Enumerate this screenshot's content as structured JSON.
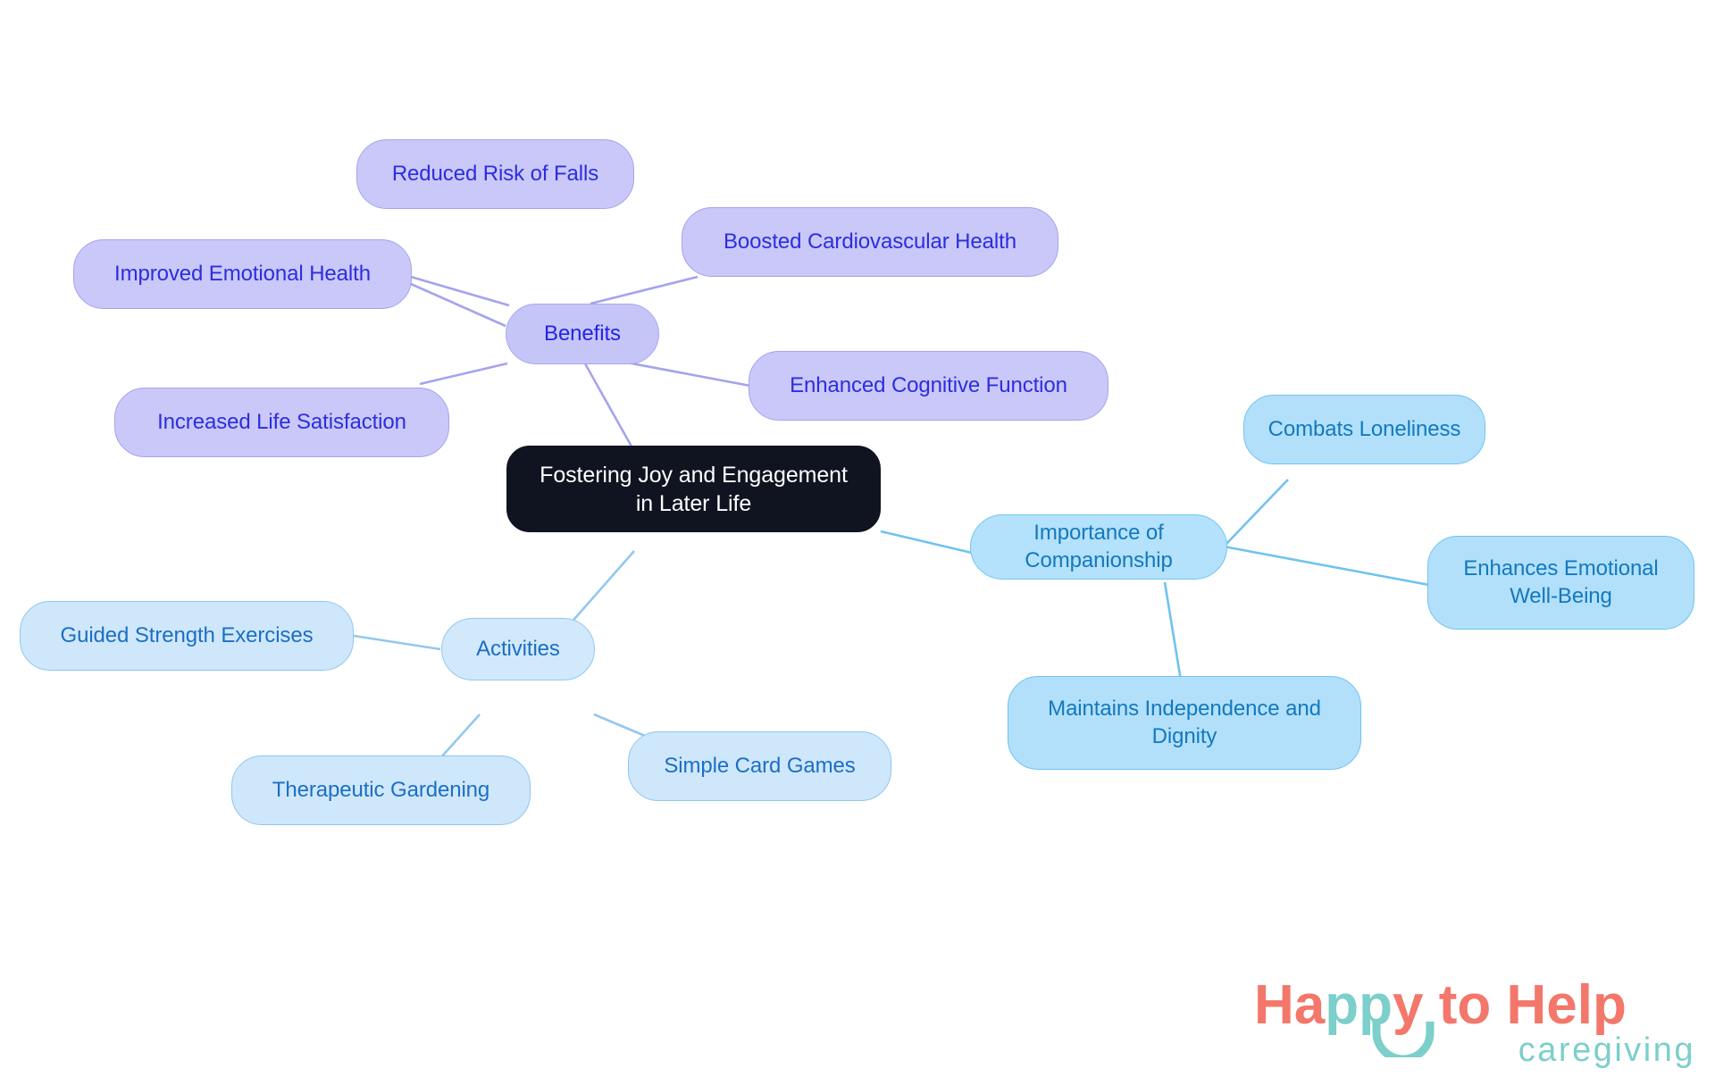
{
  "diagram": {
    "type": "mind-map",
    "title": "Fostering Joy and Engagement in Later Life",
    "root": {
      "id": "root",
      "label": "Fostering Joy and Engagement\nin Later Life",
      "color_fill": "#0f1420",
      "color_text": "#ffffff"
    },
    "branches": [
      {
        "id": "benefits",
        "label": "Benefits",
        "color_fill": "#c6c5f7",
        "color_border": "#a9a7ef",
        "color_text": "#2323e8",
        "children": [
          {
            "id": "reduced-risk-of-falls",
            "label": "Reduced Risk of Falls"
          },
          {
            "id": "improved-emotional-health",
            "label": "Improved Emotional Health"
          },
          {
            "id": "increased-life-satisfaction",
            "label": "Increased Life Satisfaction"
          },
          {
            "id": "boosted-cardiovascular-health",
            "label": "Boosted Cardiovascular Health"
          },
          {
            "id": "enhanced-cognitive-function",
            "label": "Enhanced Cognitive Function"
          }
        ]
      },
      {
        "id": "importance-of-companionship",
        "label": "Importance of Companionship",
        "color_fill": "#b4e1fb",
        "color_border": "#74c5f1",
        "color_text": "#1379be",
        "children": [
          {
            "id": "combats-loneliness",
            "label": "Combats Loneliness"
          },
          {
            "id": "enhances-emotional-well-being",
            "label": "Enhances Emotional\nWell-Being"
          },
          {
            "id": "maintains-independence-and-dignity",
            "label": "Maintains Independence and\nDignity"
          }
        ]
      },
      {
        "id": "activities",
        "label": "Activities",
        "color_fill": "#d2e8fb",
        "color_border": "#93c8ef",
        "color_text": "#1a6ec3",
        "children": [
          {
            "id": "guided-strength-exercises",
            "label": "Guided Strength Exercises"
          },
          {
            "id": "therapeutic-gardening",
            "label": "Therapeutic Gardening"
          },
          {
            "id": "simple-card-games",
            "label": "Simple Card Games"
          }
        ]
      }
    ]
  },
  "logo": {
    "word_1": "Ha",
    "word_2": "pp",
    "word_3": "y to Help",
    "tagline": "caregiving",
    "color_coral": "#f3776a",
    "color_teal": "#7ccfca"
  }
}
